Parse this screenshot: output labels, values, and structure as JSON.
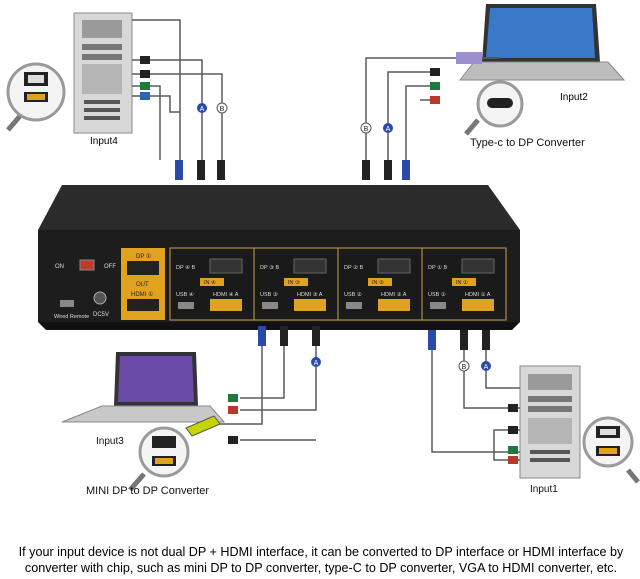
{
  "labels": {
    "input1": "Input1",
    "input2": "Input2",
    "input3": "Input3",
    "input4": "Input4",
    "typec_converter": "Type-c to DP Converter",
    "minidp_converter": "MINI DP to DP Converter"
  },
  "panel": {
    "on": "ON",
    "off": "OFF",
    "wired_remote": "Wired Remote",
    "dc5v": "DC5V",
    "dp_out": "DP ①",
    "hdmi_out": "HDMI ①",
    "out": "OUT",
    "ports": [
      {
        "dp": "DP ④ B",
        "in": "IN ④",
        "usb": "USB ④",
        "hdmi": "HDMI ④ A"
      },
      {
        "dp": "DP ③ B",
        "in": "IN ③",
        "usb": "USB ③",
        "hdmi": "HDMI ③ A"
      },
      {
        "dp": "DP ② B",
        "in": "IN ②",
        "usb": "USB ②",
        "hdmi": "HDMI ② A"
      },
      {
        "dp": "DP ① B",
        "in": "IN ①",
        "usb": "USB ①",
        "hdmi": "HDMI ① A"
      }
    ]
  },
  "cable_tags": {
    "a": "A",
    "b": "B"
  },
  "caption": "If your input device is not dual DP + HDMI interface, it can be converted to DP interface or HDMI interface by converter with chip, such as mini DP to DP converter, type-C to DP converter, VGA to HDMI converter, etc.",
  "colors": {
    "device_body": "#1d1d1d",
    "port_panel": "#202020",
    "port_border": "#c9a24a",
    "highlight": "#e0a21f",
    "cable_line": "#5a5a5a"
  }
}
